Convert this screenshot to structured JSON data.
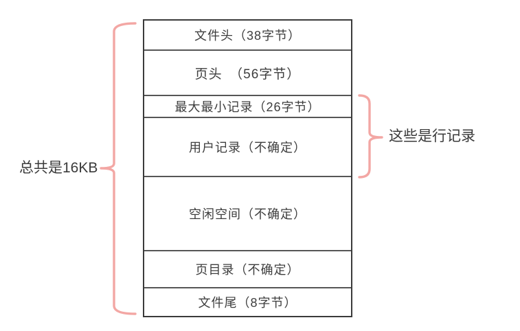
{
  "colors": {
    "brace": "#f3a7a4",
    "box_border": "#3a3a3a",
    "row_divider": "#565656",
    "text": "#3d3d3d"
  },
  "structure": {
    "rows": [
      {
        "label": "文件头（38字节）"
      },
      {
        "label": "页头　（56字节）"
      },
      {
        "label": "最大最小记录（26字节）"
      },
      {
        "label": "用户记录（不确定）"
      },
      {
        "label": "空闲空间（不确定）"
      },
      {
        "label": "页目录（不确定）"
      },
      {
        "label": "文件尾（8字节）"
      }
    ]
  },
  "annotations": {
    "left_label": "总共是16KB",
    "right_label": "这些是行记录"
  }
}
